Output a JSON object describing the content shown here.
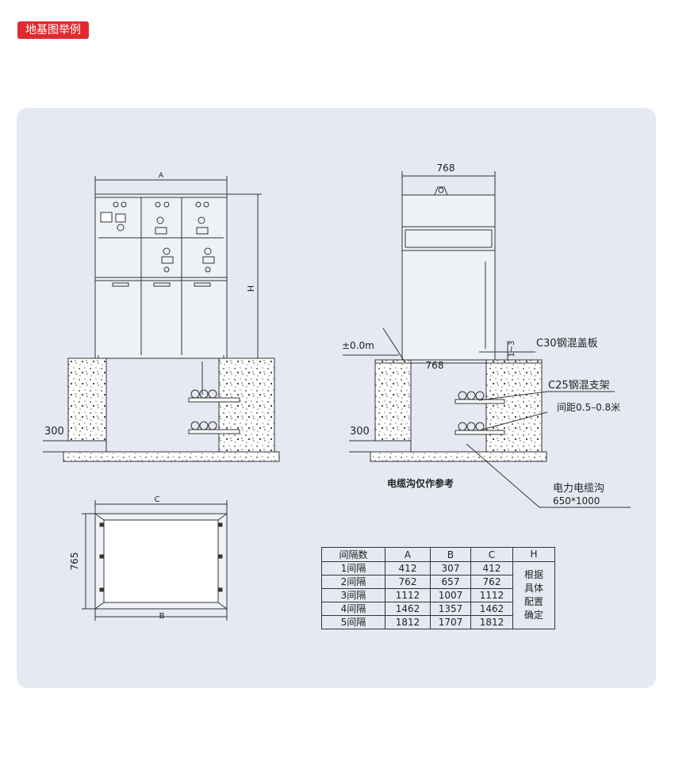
{
  "tag": "地基图举例",
  "front": {
    "dim_a": "A",
    "dim_h": "H",
    "depth": "300"
  },
  "side": {
    "width_top": "768",
    "width_bottom": "768",
    "level": "±0.0m",
    "gap": "1~3",
    "slab": "C30钢混盖板",
    "bracket": "C25钢混支架",
    "spacing": "间距0.5–0.8米",
    "depth": "300",
    "trench_name": "电力电缆沟",
    "trench_size": "650*1000",
    "note": "电缆沟仅作参考"
  },
  "plan": {
    "dim_c": "C",
    "dim_b": "B",
    "dim_d": "765"
  },
  "table": {
    "headers": [
      "间隔数",
      "A",
      "B",
      "C",
      "H"
    ],
    "rows": [
      [
        "1间隔",
        "412",
        "307",
        "412"
      ],
      [
        "2间隔",
        "762",
        "657",
        "762"
      ],
      [
        "3间隔",
        "1112",
        "1007",
        "1112"
      ],
      [
        "4间隔",
        "1462",
        "1357",
        "1462"
      ],
      [
        "5间隔",
        "1812",
        "1707",
        "1812"
      ]
    ],
    "h_note": [
      "根据",
      "具体",
      "配置",
      "确定"
    ]
  }
}
